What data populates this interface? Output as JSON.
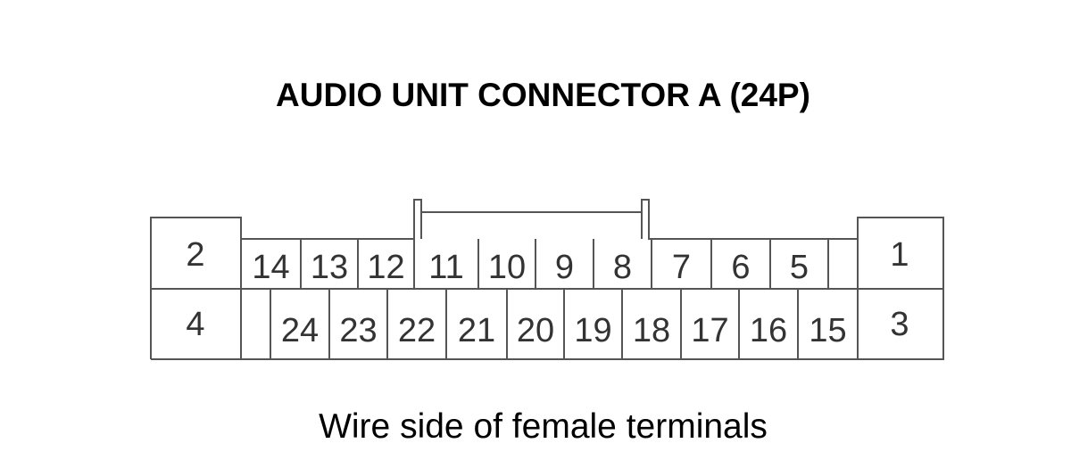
{
  "title": "AUDIO UNIT CONNECTOR A (24P)",
  "caption": "Wire side of female terminals",
  "colors": {
    "line": "#555555",
    "text": "#333333",
    "background": "#ffffff"
  },
  "connector": {
    "pin_count": 24,
    "outer_pins": {
      "top_left": "2",
      "bottom_left": "4",
      "top_right": "1",
      "bottom_right": "3"
    },
    "top_row": [
      "14",
      "13",
      "12",
      "11",
      "10",
      "9",
      "8",
      "7",
      "6",
      "5",
      ""
    ],
    "bottom_row": [
      "",
      "24",
      "23",
      "22",
      "21",
      "20",
      "19",
      "18",
      "17",
      "16",
      "15"
    ]
  }
}
